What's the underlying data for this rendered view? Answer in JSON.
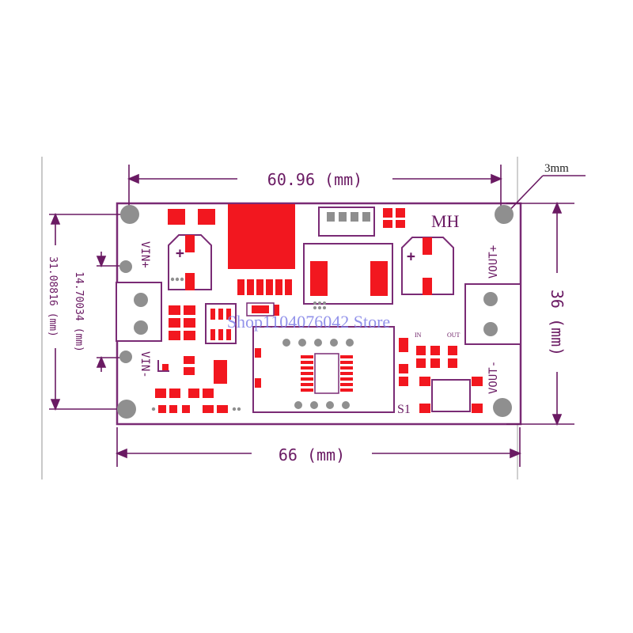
{
  "colors": {
    "board_outline": "#7a2b75",
    "dimension": "#6a1a63",
    "pad": "#f2171f",
    "hole": "#8f8f8f",
    "frame": "#c9c9c9",
    "silk": "#7a2b75",
    "watermark": "#7f7fe6"
  },
  "dimensions": {
    "top_width": "60.96 (mm)",
    "bottom_width": "66 (mm)",
    "right_height": "36 (mm)",
    "left_outer": "31.08816 (mm)",
    "left_inner": "14.70034 (mm)",
    "hole": "3mm"
  },
  "silkscreen": {
    "mh": "MH",
    "vin_plus": "VIN+",
    "vin_minus": "VIN-",
    "vout_plus": "VOUT+",
    "vout_minus": "VOUT-",
    "s1": "S1",
    "in": "IN",
    "out": "OUT",
    "plus": "+"
  },
  "watermark": "Shop1104076042 Store"
}
